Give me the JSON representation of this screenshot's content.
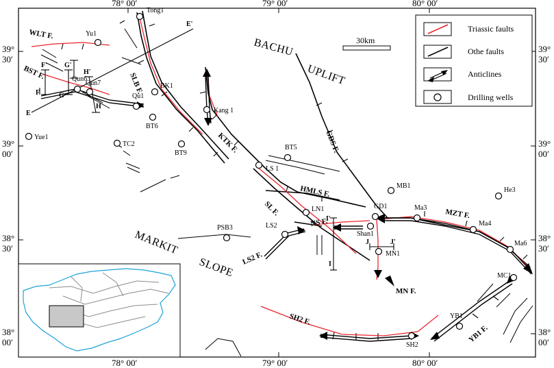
{
  "map": {
    "scale_label": "30km",
    "lon_ticks": {
      "top": [
        "78° 00′",
        "79° 00′",
        "80° 00′"
      ],
      "bottom": [
        "78° 00′",
        "79° 00′",
        "80° 00′"
      ]
    },
    "lat_ticks": {
      "left": [
        [
          "39°",
          "30′"
        ],
        [
          "39°",
          "00′"
        ],
        [
          "38°",
          "30′"
        ],
        [
          "38°",
          "00′"
        ]
      ],
      "right": [
        [
          "39°",
          "30′"
        ],
        [
          "39°",
          "00′"
        ],
        [
          "38°",
          "30′"
        ],
        [
          "38°",
          "00′"
        ]
      ]
    },
    "regions": {
      "bachu": "BACHU",
      "uplift": "UPLIFT",
      "markit": "MARKIT",
      "slope": "SLOPE"
    },
    "wells": [
      {
        "name": "Tong1"
      },
      {
        "name": "Yu1"
      },
      {
        "name": "Qun6"
      },
      {
        "name": "Qun7"
      },
      {
        "name": "Qu1"
      },
      {
        "name": "BT6"
      },
      {
        "name": "BK1"
      },
      {
        "name": "BT9"
      },
      {
        "name": "Kang 1"
      },
      {
        "name": "Yue1"
      },
      {
        "name": "TC2"
      },
      {
        "name": "BT5"
      },
      {
        "name": "LS 1"
      },
      {
        "name": "MB1"
      },
      {
        "name": "He3"
      },
      {
        "name": "GD1"
      },
      {
        "name": "Ma3"
      },
      {
        "name": "Ma4"
      },
      {
        "name": "Ma6"
      },
      {
        "name": "LN1"
      },
      {
        "name": "PSB3"
      },
      {
        "name": "LS2"
      },
      {
        "name": "Shan1"
      },
      {
        "name": "MN1"
      },
      {
        "name": "MC1"
      },
      {
        "name": "YB1"
      },
      {
        "name": "SH2"
      }
    ],
    "faults": {
      "wlt": "WLT F.",
      "bst": "BST F.",
      "slb": "SLB F.",
      "ktk": "KTK F.",
      "gds": "GDS F.",
      "hmls": "HMLS F.",
      "sl": "SL F.",
      "ns": "NS F.",
      "mzt": "MZT F.",
      "ls2": "LS2 F.",
      "mn": "MN F.",
      "sh2": "SH2 F.",
      "yb1": "YB1 F."
    },
    "sections": {
      "e": "E",
      "e_prime": "E'",
      "f": "F",
      "f_prime": "F'",
      "g": "G",
      "g_prime": "G'",
      "h": "H",
      "h_prime": "H'",
      "i": "I",
      "i_prime": "I'",
      "j": "J",
      "j_prime": "J'"
    }
  },
  "legend": {
    "items": [
      {
        "label": "Triassic faults",
        "color": "#e8262d"
      },
      {
        "label": "Othe faults",
        "color": "#000000"
      },
      {
        "label": "Anticlines",
        "color": "#000000"
      },
      {
        "label": "Drilling wells",
        "color": "#000000"
      }
    ]
  },
  "inset": {
    "basin_outline_color": "#1aa3d9"
  }
}
